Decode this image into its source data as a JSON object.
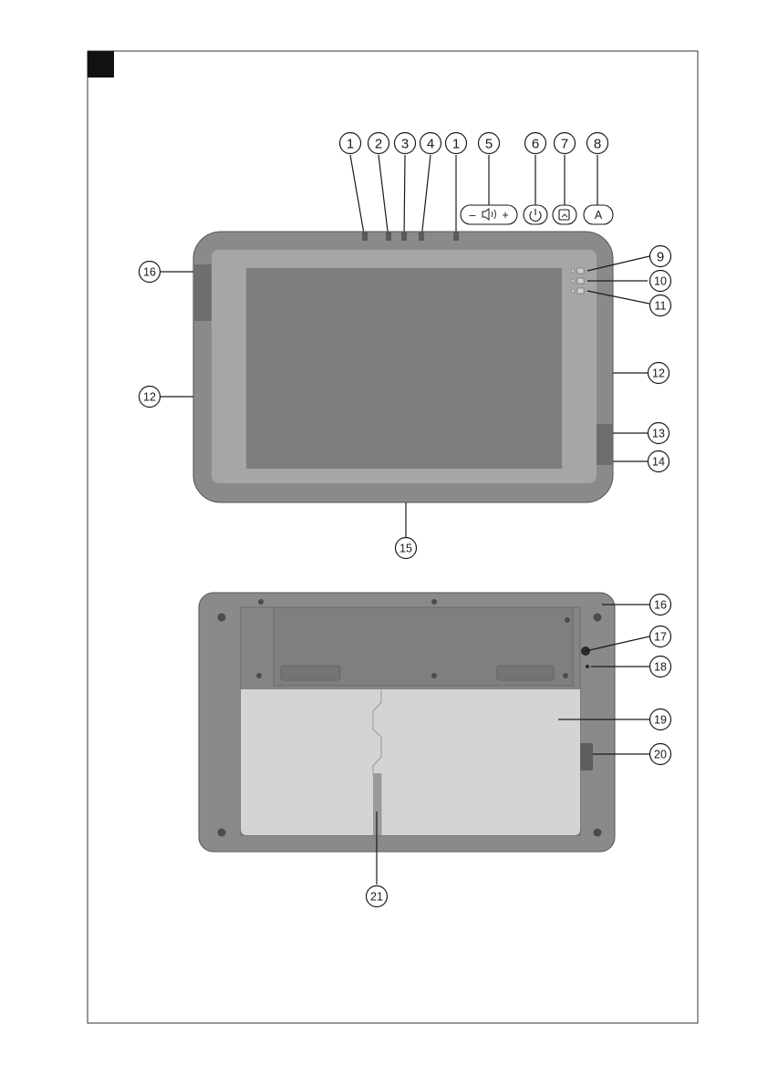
{
  "figure": {
    "section_marker": "",
    "callouts_top": [
      "1",
      "2",
      "3",
      "4",
      "1",
      "5",
      "6",
      "7",
      "8"
    ],
    "callouts_front_side": [
      "9",
      "10",
      "11",
      "12",
      "13",
      "14",
      "15",
      "16",
      "12"
    ],
    "callouts_back": [
      "16",
      "17",
      "18",
      "19",
      "20",
      "21"
    ],
    "buttons": {
      "volume_minus": "–",
      "volume_plus": "+",
      "mode_letter": "A"
    },
    "colors": {
      "device_body": "#8a8a8a",
      "device_face": "#a6a6a6",
      "screen": "#7e7e7e",
      "battery_cover": "#d4d4d4",
      "outline": "#1a1a1a"
    }
  }
}
